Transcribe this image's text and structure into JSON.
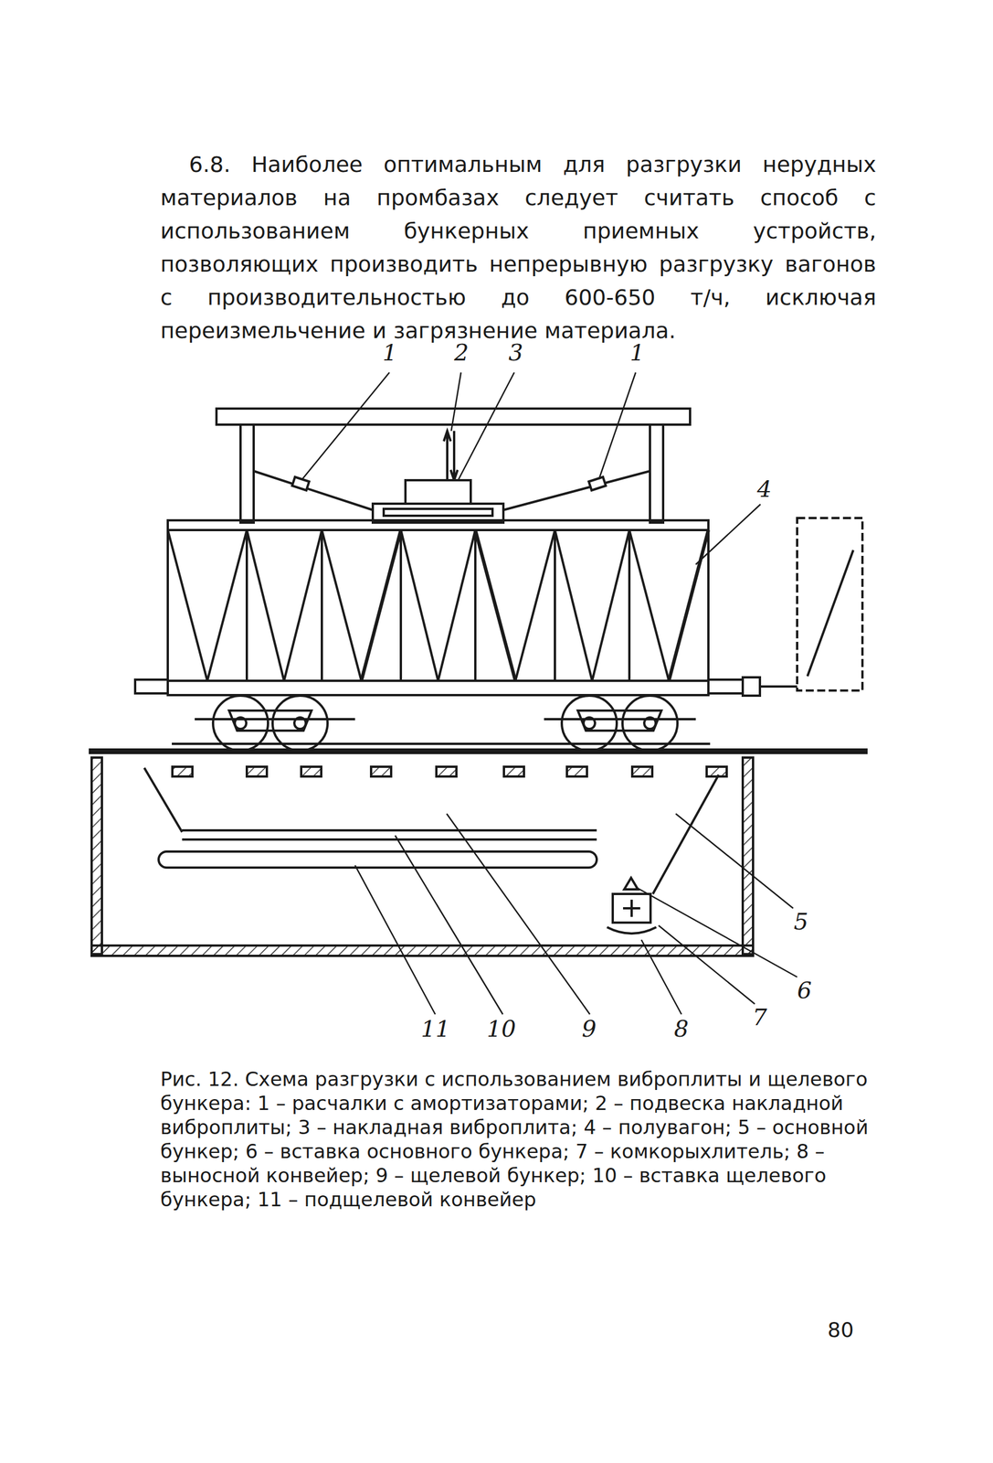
{
  "diagram": {
    "caption": "Рис. 12. Схема разгрузки с использованием виброплиты и щелевого бункера: 1 – расчалки с амортизаторами; 2 – подвеска накладной виброплиты; 3 – накладная виброплита; 4 – полувагон; 5 – основной бункер; 6 – вставка основного бункера; 7 – комкорыхлитель; 8 – выносной конвейер; 9 – щелевой бункер; 10 – вставка щелевого бункера; 11 – подщелевой конвейер",
    "labels": [
      "6.8. Наиболее оптимальным для разгрузки нерудных материалов на промбазах следует считать способ с использованием бункерных приемных устройств, позволяющих производить непрерывную разгрузку вагонов с производительностью до 600-650 т/ч, исключая переизмельчение и загрязнение материала.",
      "1",
      "2",
      "3",
      "1",
      "4",
      "5",
      "6",
      "7",
      "8",
      "9",
      "10",
      "11",
      "80"
    ]
  }
}
